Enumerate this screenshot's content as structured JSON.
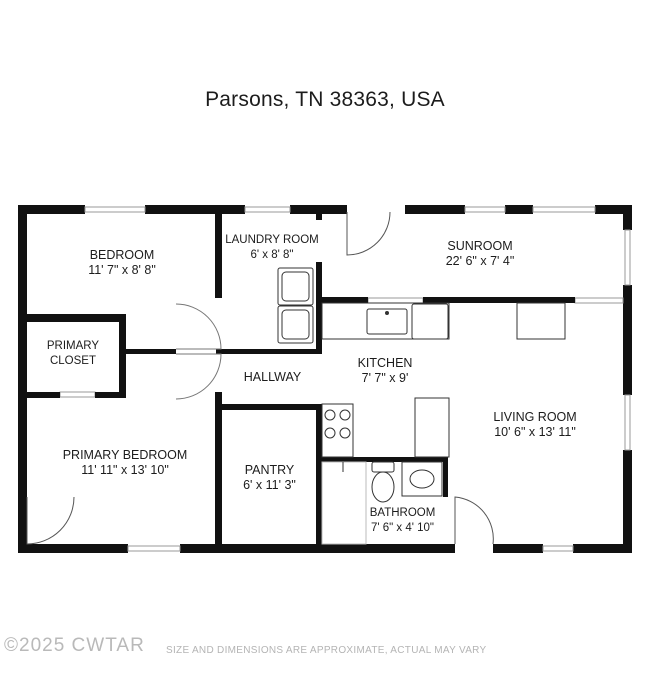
{
  "address": "Parsons, TN 38363, USA",
  "rooms": {
    "bedroom": {
      "name": "BEDROOM",
      "dims": "11' 7\" x 8' 8\""
    },
    "laundry": {
      "name": "LAUNDRY ROOM",
      "dims": "6' x 8' 8\""
    },
    "sunroom": {
      "name": "SUNROOM",
      "dims": "22' 6\" x 7' 4\""
    },
    "primary_closet": {
      "name": "PRIMARY\nCLOSET"
    },
    "kitchen": {
      "name": "KITCHEN",
      "dims": "7' 7\" x 9'"
    },
    "hallway": {
      "name": "HALLWAY"
    },
    "living_room": {
      "name": "LIVING ROOM",
      "dims": "10' 6\" x 13' 11\""
    },
    "primary_bedroom": {
      "name": "PRIMARY BEDROOM",
      "dims": "11' 11\" x 13' 10\""
    },
    "pantry": {
      "name": "PANTRY",
      "dims": "6' x 11' 3\""
    },
    "bathroom": {
      "name": "BATHROOM",
      "dims": "7' 6\" x 4' 10\""
    }
  },
  "footer": {
    "copyright": "©2025 CWTAR",
    "disclaimer": "SIZE AND DIMENSIONS ARE APPROXIMATE, ACTUAL MAY VARY"
  }
}
